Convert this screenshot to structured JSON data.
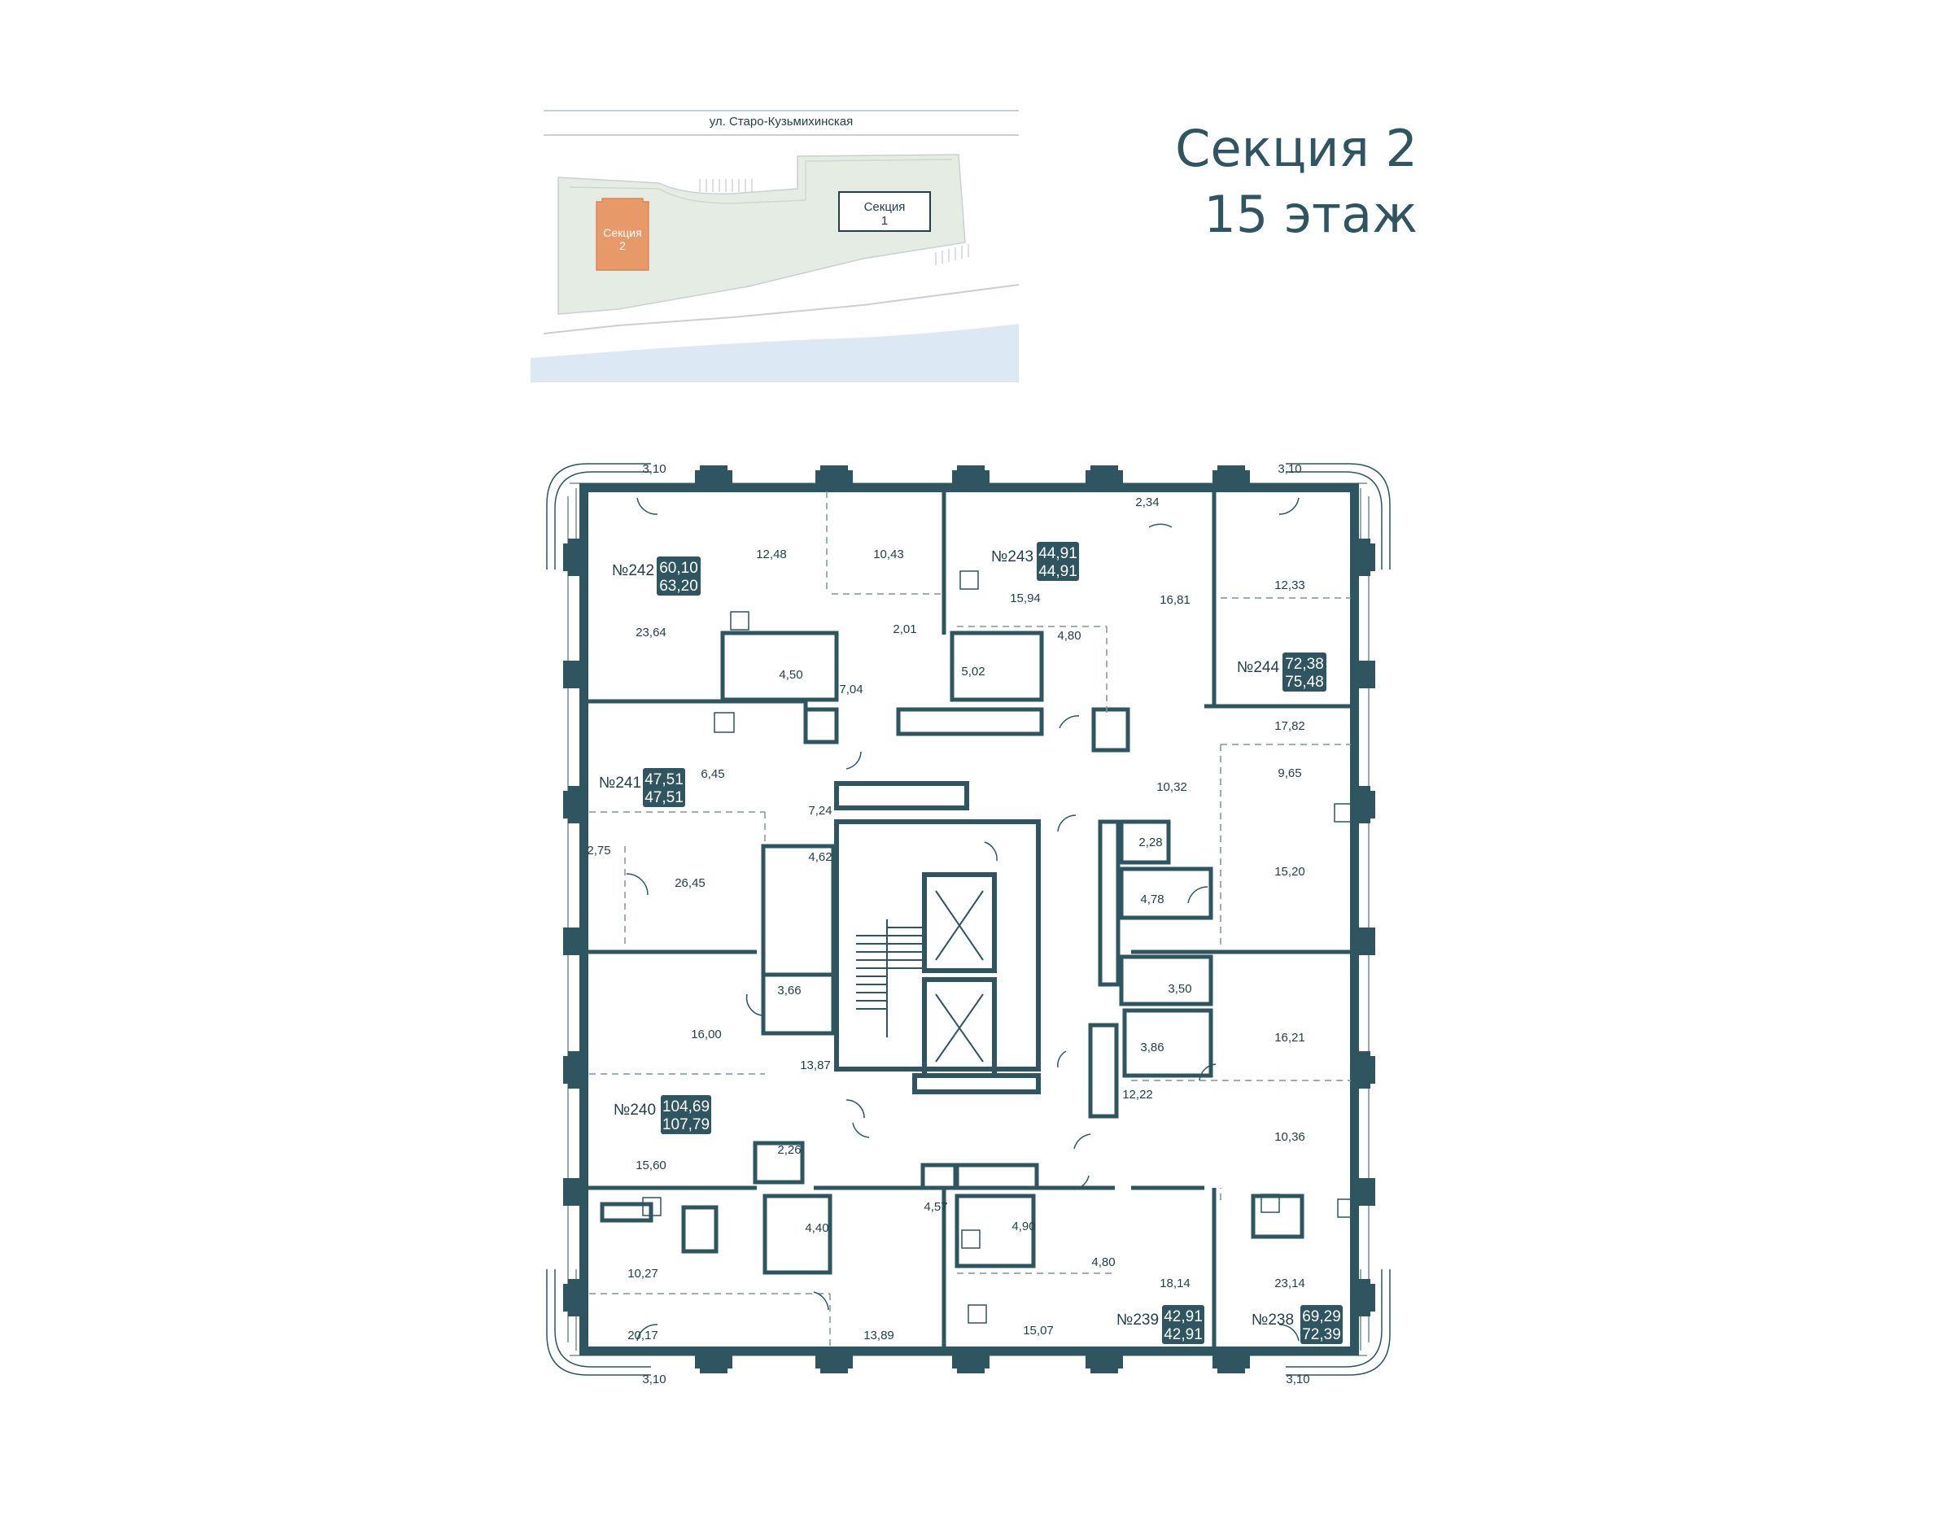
{
  "header": {
    "section": "Секция 2",
    "floor": "15 этаж"
  },
  "site_plan": {
    "street": "ул. Старо-Кузьмихинская",
    "section1_a": "Секция",
    "section1_b": "1",
    "section2_a": "Секция",
    "section2_b": "2",
    "colors": {
      "current_section": "#e8996a",
      "green": "#e4ece4",
      "water": "#dde8f5"
    }
  },
  "plan": {
    "colors": {
      "wall": "#2e5560",
      "badge": "#2e5560"
    },
    "apartments": [
      {
        "no": "№242",
        "a": "60,10",
        "b": "63,20"
      },
      {
        "no": "№243",
        "a": "44,91",
        "b": "44,91"
      },
      {
        "no": "№244",
        "a": "72,38",
        "b": "75,48"
      },
      {
        "no": "№241",
        "a": "47,51",
        "b": "47,51"
      },
      {
        "no": "№240",
        "a": "104,69",
        "b": "107,79"
      },
      {
        "no": "№239",
        "a": "42,91",
        "b": "42,91"
      },
      {
        "no": "№238",
        "a": "69,29",
        "b": "72,39"
      }
    ],
    "corner_tl": "3,10",
    "corner_tr": "3,10",
    "corner_bl": "3,10",
    "corner_br": "3,10",
    "areas": {
      "r12_48": "12,48",
      "r10_43": "10,43",
      "r23_64": "23,64",
      "r2_01": "2,01",
      "r4_50": "4,50",
      "r7_04": "7,04",
      "r15_94": "15,94",
      "r5_02": "5,02",
      "r4_80a": "4,80",
      "r2_34": "2,34",
      "r16_81": "16,81",
      "r12_33": "12,33",
      "r17_82": "17,82",
      "r9_65": "9,65",
      "r10_32": "10,32",
      "r6_45": "6,45",
      "r7_24": "7,24",
      "r2_75": "2,75",
      "r26_45": "26,45",
      "r4_62": "4,62",
      "r2_28": "2,28",
      "r4_78": "4,78",
      "r15_20": "15,20",
      "r3_66": "3,66",
      "r3_50": "3,50",
      "r16_00": "16,00",
      "r16_21": "16,21",
      "r3_86": "3,86",
      "r13_87": "13,87",
      "r12_22": "12,22",
      "r10_36": "10,36",
      "r2_26": "2,26",
      "r15_60": "15,60",
      "r4_57": "4,57",
      "r4_40": "4,40",
      "r4_90": "4,90",
      "r10_27": "10,27",
      "r4_80b": "4,80",
      "r18_14": "18,14",
      "r23_14": "23,14",
      "r20_17": "20,17",
      "r13_89": "13,89",
      "r15_07": "15,07"
    }
  }
}
